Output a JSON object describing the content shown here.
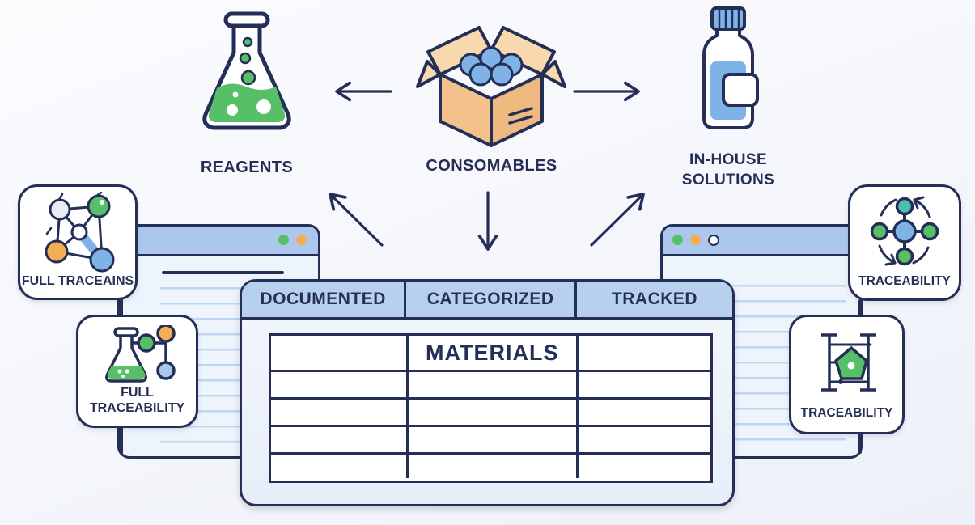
{
  "colors": {
    "navy": "#252e56",
    "green": "#57bf66",
    "teal": "#4cbfae",
    "orange": "#f2ad55",
    "blue": "#7fb3e8",
    "light_blue": "#a9c7ea",
    "node_gray": "#e8edf5",
    "tan": "#f3c28a",
    "tan_light": "#f8d9ad",
    "tan_dark": "#eeb97e",
    "titlebar_blue": "#abc8ec",
    "header_blue": "#b7d0ee",
    "window_body": "#eef4fc",
    "line_blue": "#bed6f0"
  },
  "top_row": {
    "reagents_label": "REAGENTS",
    "consumables_label": "CONSOMABLES",
    "inhouse_label_line1": "IN-HOUSE",
    "inhouse_label_line2": "SOLUTIONS"
  },
  "badges": {
    "left_top_label": "FULL TRACEAINS",
    "left_bottom_label_line1": "FULL",
    "left_bottom_label_line2": "TRACEABILITY",
    "right_top_label": "TRACEABILITY",
    "right_bottom_label": "TRACEABILITY"
  },
  "table": {
    "headers": [
      "DOCUMENTED",
      "CATEGORIZED",
      "TRACKED"
    ],
    "center_label": "MATERIALS",
    "empty_row_count": 4
  }
}
